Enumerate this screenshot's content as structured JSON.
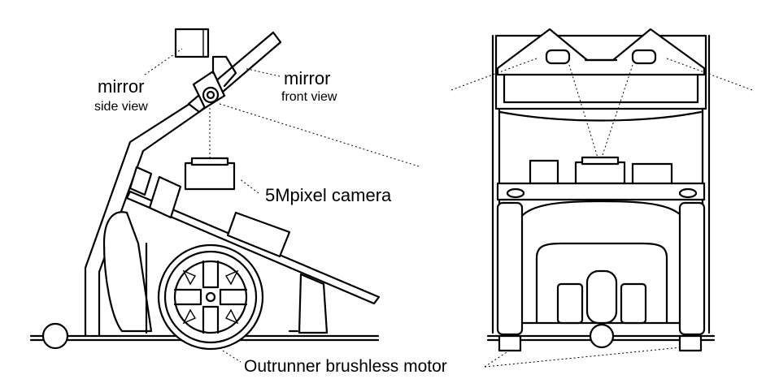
{
  "labels": {
    "mirror_side_title": "mirror",
    "mirror_side_sub": "side view",
    "mirror_front_title": "mirror",
    "mirror_front_sub": "front view",
    "camera": "5Mpixel camera",
    "motor": "Outrunner brushless motor"
  },
  "colors": {
    "ink": "#000000",
    "background": "#ffffff"
  }
}
